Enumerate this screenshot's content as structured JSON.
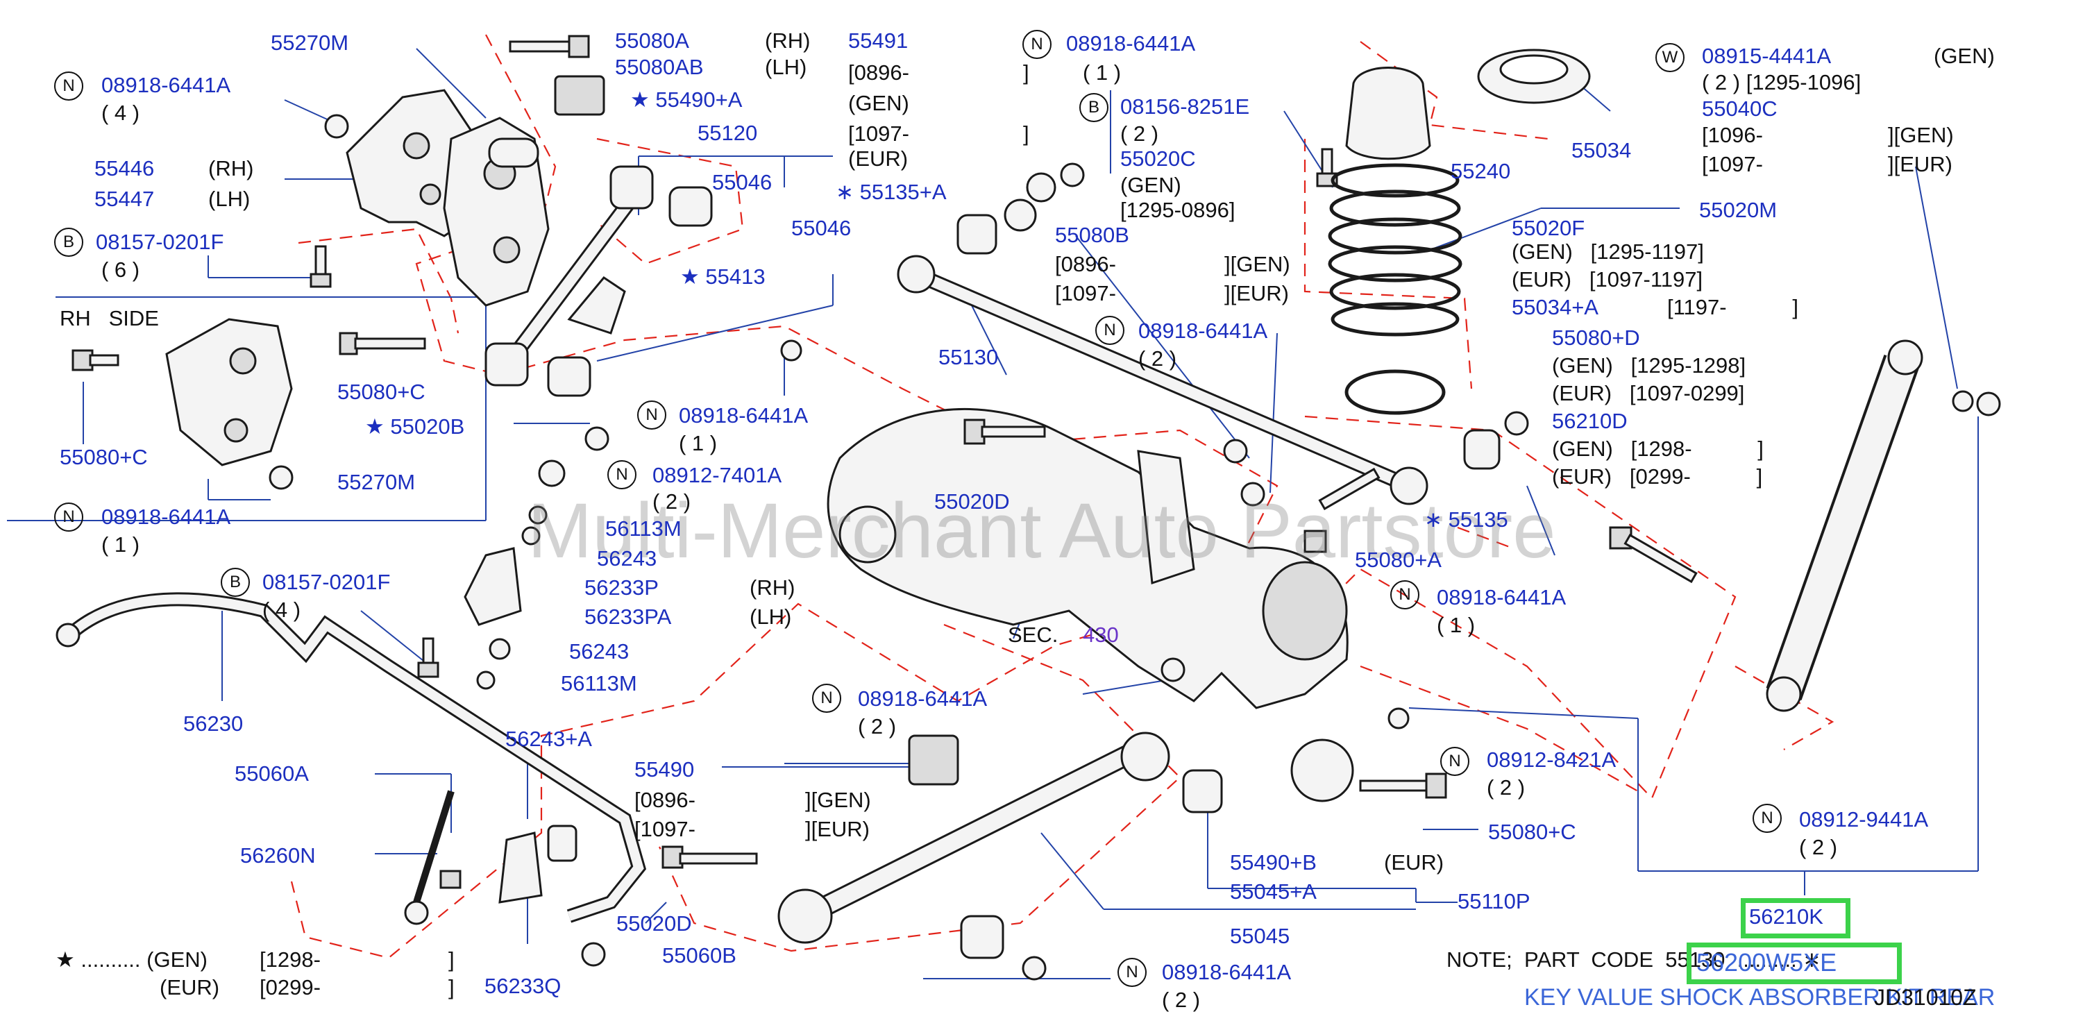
{
  "diagram": {
    "watermark": "Multi-Merchant Auto Partstore",
    "note_line": "NOTE;  PART  CODE  55130  .......... ∗",
    "key_line": "KEY VALUE SHOCK ABSORBER KIT REAR",
    "drawing_code": "JD31010Z",
    "highlighted": [
      "56210K",
      "56200W5XE"
    ],
    "sec_label": "SEC.",
    "sec_value": "430",
    "labels": {
      "l_55270M_a": "55270M",
      "l_55080A": "55080A",
      "l_rh_1": "(RH)",
      "l_55080AB": "55080AB",
      "l_lh_1": "(LH)",
      "l_55490A": "★ 55490+A",
      "l_55491": "55491",
      "l_0896_1": "[0896-",
      "l_gen_1": "(GEN)",
      "l_1097_1": "[1097-",
      "l_eur_1": "(EUR)",
      "l_n_08918_a": "08918-6441A",
      "l_4_a": "( 4 )",
      "l_55446": "55446",
      "l_rh_2": "(RH)",
      "l_55447": "55447",
      "l_lh_2": "(LH)",
      "l_b_08157_a": "08157-0201F",
      "l_6": "( 6 )",
      "l_rh_side": "RH   SIDE",
      "l_55120": "55120",
      "l_55046_a": "55046",
      "l_55135A": "∗ 55135+A",
      "l_55046_b": "55046",
      "l_55413": "★ 55413",
      "l_55080C_a": "55080+C",
      "l_55020B": "★ 55020B",
      "l_55080C_b": "55080+C",
      "l_55270M_b": "55270M",
      "l_n_08918_b": "08918-6441A",
      "l_1_b": "( 1 )",
      "l_n_08918_c": "08918-6441A",
      "l_1_c": "( 1 )",
      "l_n_08912_a": "08912-7401A",
      "l_2_a": "( 2 )",
      "l_56113M_a": "56113M",
      "l_56243_a": "56243",
      "l_56233P": "56233P",
      "l_rh_3": "(RH)",
      "l_56233PA": "56233PA",
      "l_lh_3": "(LH)",
      "l_56243_b": "56243",
      "l_56113M_b": "56113M",
      "l_b_08157_b": "08157-0201F",
      "l_4_b": "( 4 )",
      "l_56230": "56230",
      "l_55060A": "55060A",
      "l_56243A": "56243+A",
      "l_56260N": "56260N",
      "l_56233Q": "56233Q",
      "l_55060B": "55060B",
      "l_55020D_a": "55020D",
      "l_55490": "55490",
      "l_0896_2": "[0896-",
      "l_1097_2": "[1097-",
      "l_gen_2": "][GEN)",
      "l_eur_2": "][EUR)",
      "l_n_08918_d": "08918-6441A",
      "l_2_d": "( 2 )",
      "l_star_gen": "★ .......... (GEN)",
      "l_1298_a": "[1298-",
      "l_bracket_a": "]",
      "l_star_eur": "(EUR)",
      "l_0299_a": "[0299-",
      "l_bracket_b": "]",
      "l_n_08918_e": "08918-6441A",
      "l_1_e": "( 1 )",
      "l_bracket_c": "]",
      "l_bracket_d": "]",
      "l_b_08156": "08156-8251E",
      "l_2_e": "( 2 )",
      "l_55020C": "55020C",
      "l_gen_3": "(GEN)",
      "l_1295_0896": "[1295-0896]",
      "l_55080B": "55080B",
      "l_0896_3": "[0896-",
      "l_gen_4": "][GEN)",
      "l_1097_3": "[1097-",
      "l_eur_3": "][EUR)",
      "l_55130": "55130",
      "l_n_08918_f": "08918-6441A",
      "l_2_f": "( 2 )",
      "l_55020D_b": "55020D",
      "l_55240": "55240",
      "l_55034": "55034",
      "l_w_08915": "08915-4441A",
      "l_gen_5": "(GEN)",
      "l_2_1295": "( 2 ) [1295-1096]",
      "l_55040C": "55040C",
      "l_1096": "[1096-",
      "l_gen_6": "][GEN)",
      "l_1097_4": "[1097-",
      "l_eur_4": "][EUR)",
      "l_55020M": "55020M",
      "l_55020F": "55020F",
      "l_gen_1197": "(GEN)   [1295-1197]",
      "l_eur_1197": "(EUR)   [1097-1197]",
      "l_55034A": "55034+A",
      "l_1197": "[1197-           ]",
      "l_55080D": "55080+D",
      "l_gen_1298": "(GEN)   [1295-1298]",
      "l_eur_0299": "(EUR)   [1097-0299]",
      "l_56210D": "56210D",
      "l_gen_1298b": "(GEN)   [1298-           ]",
      "l_eur_0299b": "(EUR)   [0299-           ]",
      "l_55135": "∗ 55135",
      "l_55080A2": "55080+A",
      "l_n_08918_g": "08918-6441A",
      "l_1_g": "( 1 )",
      "l_n_08912_b": "08912-8421A",
      "l_2_g": "( 2 )",
      "l_55080C_c": "55080+C",
      "l_n_08912_c": "08912-9441A",
      "l_2_h": "( 2 )",
      "l_55490B": "55490+B",
      "l_55045A": "55045+A",
      "l_eur_5": "(EUR)",
      "l_55110P": "55110P",
      "l_55045": "55045",
      "l_n_08918_h": "08918-6441A",
      "l_2_i": "( 2 )",
      "l_56210K": "56210K",
      "l_56200W5XE": "56200W5XE"
    },
    "circle_letters": {
      "c1": "N",
      "c2": "B",
      "c3": "N",
      "c4": "N",
      "c5": "N",
      "c6": "B",
      "c7": "N",
      "c8": "N",
      "c9": "B",
      "c10": "N",
      "c11": "W",
      "c12": "N",
      "c13": "N",
      "c14": "N",
      "c15": "N"
    }
  }
}
